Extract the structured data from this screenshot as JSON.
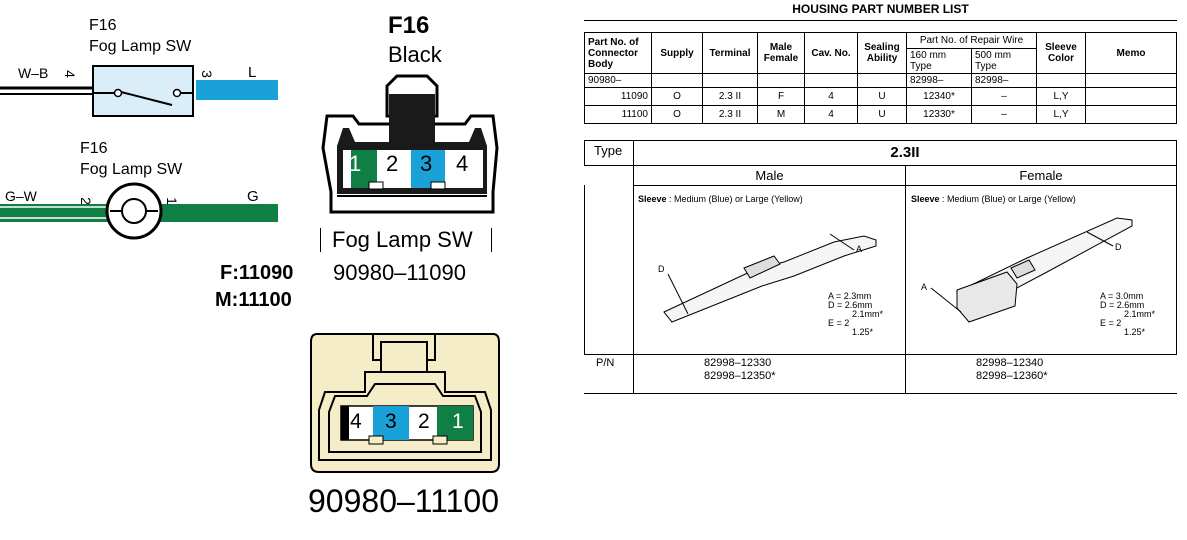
{
  "left_diagram": {
    "sw1": {
      "id": "F16",
      "name": "Fog Lamp SW",
      "pin_in": "4",
      "pin_out": "3",
      "wire_in": "W–B",
      "wire_out": "L"
    },
    "sw2": {
      "id": "F16",
      "name": "Fog Lamp SW",
      "pin_in": "2",
      "pin_out": "1",
      "wire_in": "G–W",
      "wire_out": "G"
    },
    "part_codes": [
      "F:11090",
      "M:11100"
    ]
  },
  "connector_top": {
    "id": "F16",
    "color": "Black",
    "pins": [
      "1",
      "2",
      "3",
      "4"
    ],
    "label": "Fog Lamp SW",
    "part_no": "90980–11090"
  },
  "connector_bottom": {
    "pins": [
      "4",
      "3",
      "2",
      "1"
    ],
    "part_no": "90980–11100"
  },
  "colors": {
    "green": "#0f7f45",
    "blue": "#1aa1d8",
    "beige": "#f5ecc8"
  },
  "housing_table": {
    "title": "HOUSING PART NUMBER LIST",
    "headers": {
      "part_no_body": "Part No. of Connector Body",
      "supply": "Supply",
      "terminal": "Terminal",
      "male_female": "Male Female",
      "cav_no": "Cav. No.",
      "sealing": "Sealing Ability",
      "repair_wire": "Part No. of Repair Wire",
      "w160": "160 mm Type",
      "w500": "500 mm Type",
      "sleeve": "Sleeve Color",
      "memo": "Memo"
    },
    "prefix_row": {
      "body": "90980–",
      "w160": "82998–",
      "w500": "82998–"
    },
    "rows": [
      {
        "body": "11090",
        "supply": "O",
        "terminal": "2.3 II",
        "mf": "F",
        "cav": "4",
        "seal": "U",
        "w160": "12340*",
        "w500": "–",
        "sleeve": "L,Y"
      },
      {
        "body": "11100",
        "supply": "O",
        "terminal": "2.3 II",
        "mf": "M",
        "cav": "4",
        "seal": "U",
        "w160": "12330*",
        "w500": "–",
        "sleeve": "L,Y"
      }
    ]
  },
  "terminal_table": {
    "type_label": "Type",
    "type_value": "2.3II",
    "male": {
      "heading": "Male",
      "sleeve_label": "Sleeve",
      "sleeve": " : Medium (Blue) or Large (Yellow)",
      "dims": [
        "A = 2.3mm",
        "D = 2.6mm",
        "2.1mm*",
        "E = 2",
        "1.25*"
      ],
      "pn": [
        "82998–12330",
        "82998–12350*"
      ]
    },
    "female": {
      "heading": "Female",
      "sleeve_label": "Sleeve",
      "sleeve": " : Medium (Blue) or Large (Yellow)",
      "dims": [
        "A = 3.0mm",
        "D = 2.6mm",
        "2.1mm*",
        "E = 2",
        "1.25*"
      ],
      "pn": [
        "82998–12340",
        "82998–12360*"
      ]
    },
    "pn_label": "P/N",
    "letters": {
      "a": "A",
      "d": "D"
    }
  }
}
